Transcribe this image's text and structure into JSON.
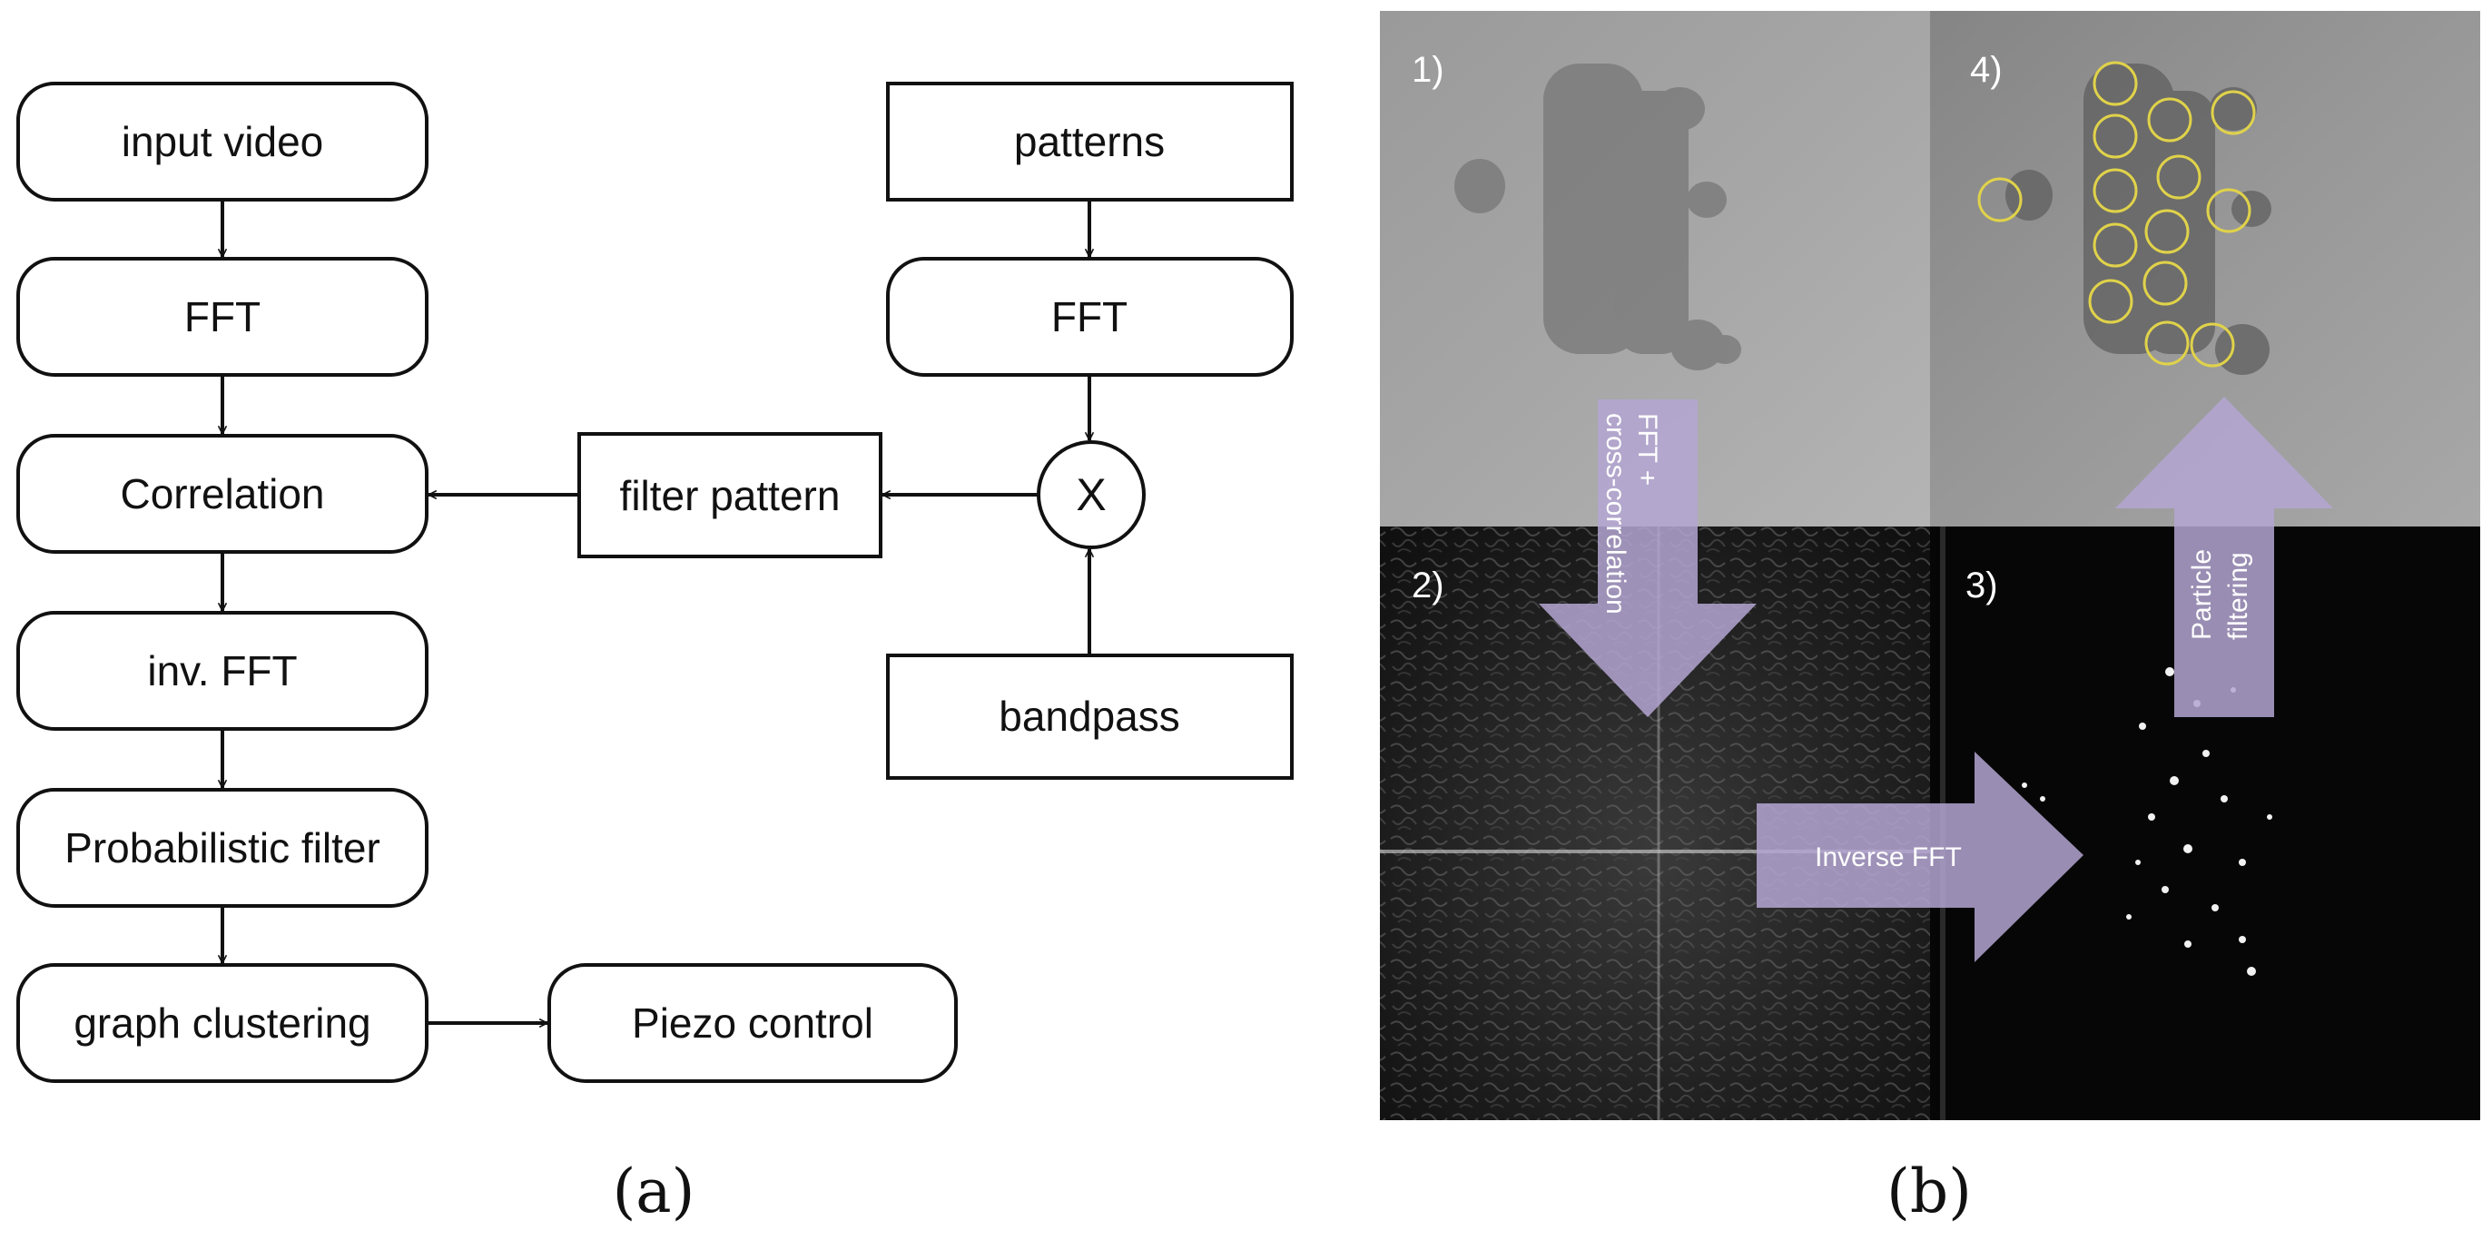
{
  "flowchart": {
    "nodes": {
      "input_video": "input video",
      "fft_left": "FFT",
      "correlation": "Correlation",
      "inv_fft": "inv. FFT",
      "probabilistic_filter": "Probabilistic filter",
      "graph_clustering": "graph clustering",
      "piezo_control": "Piezo control",
      "patterns": "patterns",
      "fft_right": "FFT",
      "multiply": "X",
      "filter_pattern": "filter pattern",
      "bandpass": "bandpass"
    },
    "caption": "(a)"
  },
  "image_panel": {
    "panels": [
      "1)",
      "2)",
      "3)",
      "4)"
    ],
    "arrows": {
      "fft_cross_line1": "FFT +",
      "fft_cross_line2": "cross-correlation",
      "inverse_fft": "Inverse FFT",
      "particle_line1": "Particle",
      "particle_line2": "filtering"
    },
    "caption": "(b)",
    "colors": {
      "arrow": "#b4a6d2",
      "detection_circle": "#e0d24a"
    }
  }
}
